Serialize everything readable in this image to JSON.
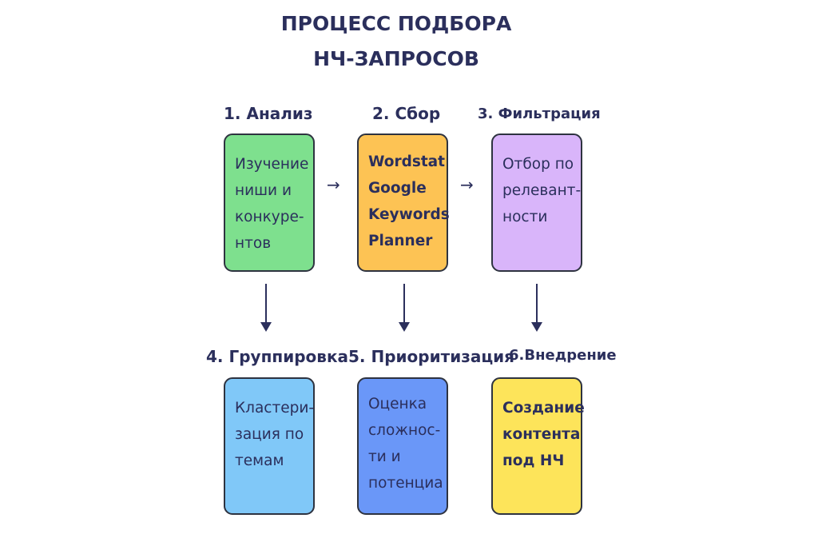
{
  "title": {
    "line1": "ПРОЦЕСС ПОДБОРА",
    "line2": "НЧ-ЗАПРОСОВ"
  },
  "steps": [
    {
      "label": "1. Анализ",
      "lines": [
        "Изучение",
        "ниши и",
        "конкуре-",
        "нтов"
      ],
      "color": "#7ee08e"
    },
    {
      "label": "2. Сбор",
      "lines": [
        "Wordstat",
        "Google",
        "Keywords",
        "Planner"
      ],
      "color": "#fdc354"
    },
    {
      "label": "3. Фильтрация",
      "lines": [
        "Отбор по",
        "релевант-",
        "ности"
      ],
      "color": "#d9b5fa"
    },
    {
      "label": "4. Группировка",
      "lines": [
        "Кластери-",
        "зация по",
        "темам"
      ],
      "color": "#80c8f8"
    },
    {
      "label": "5. Приоритизация",
      "lines": [
        "Оценка",
        "сложнос-",
        "ти и",
        "потенциа"
      ],
      "color": "#6a97f8"
    },
    {
      "label": "6.Внедрение",
      "lines": [
        "Создание",
        "контента",
        "под НЧ"
      ],
      "color": "#fde45a"
    }
  ],
  "arrows": {
    "right": "→"
  }
}
